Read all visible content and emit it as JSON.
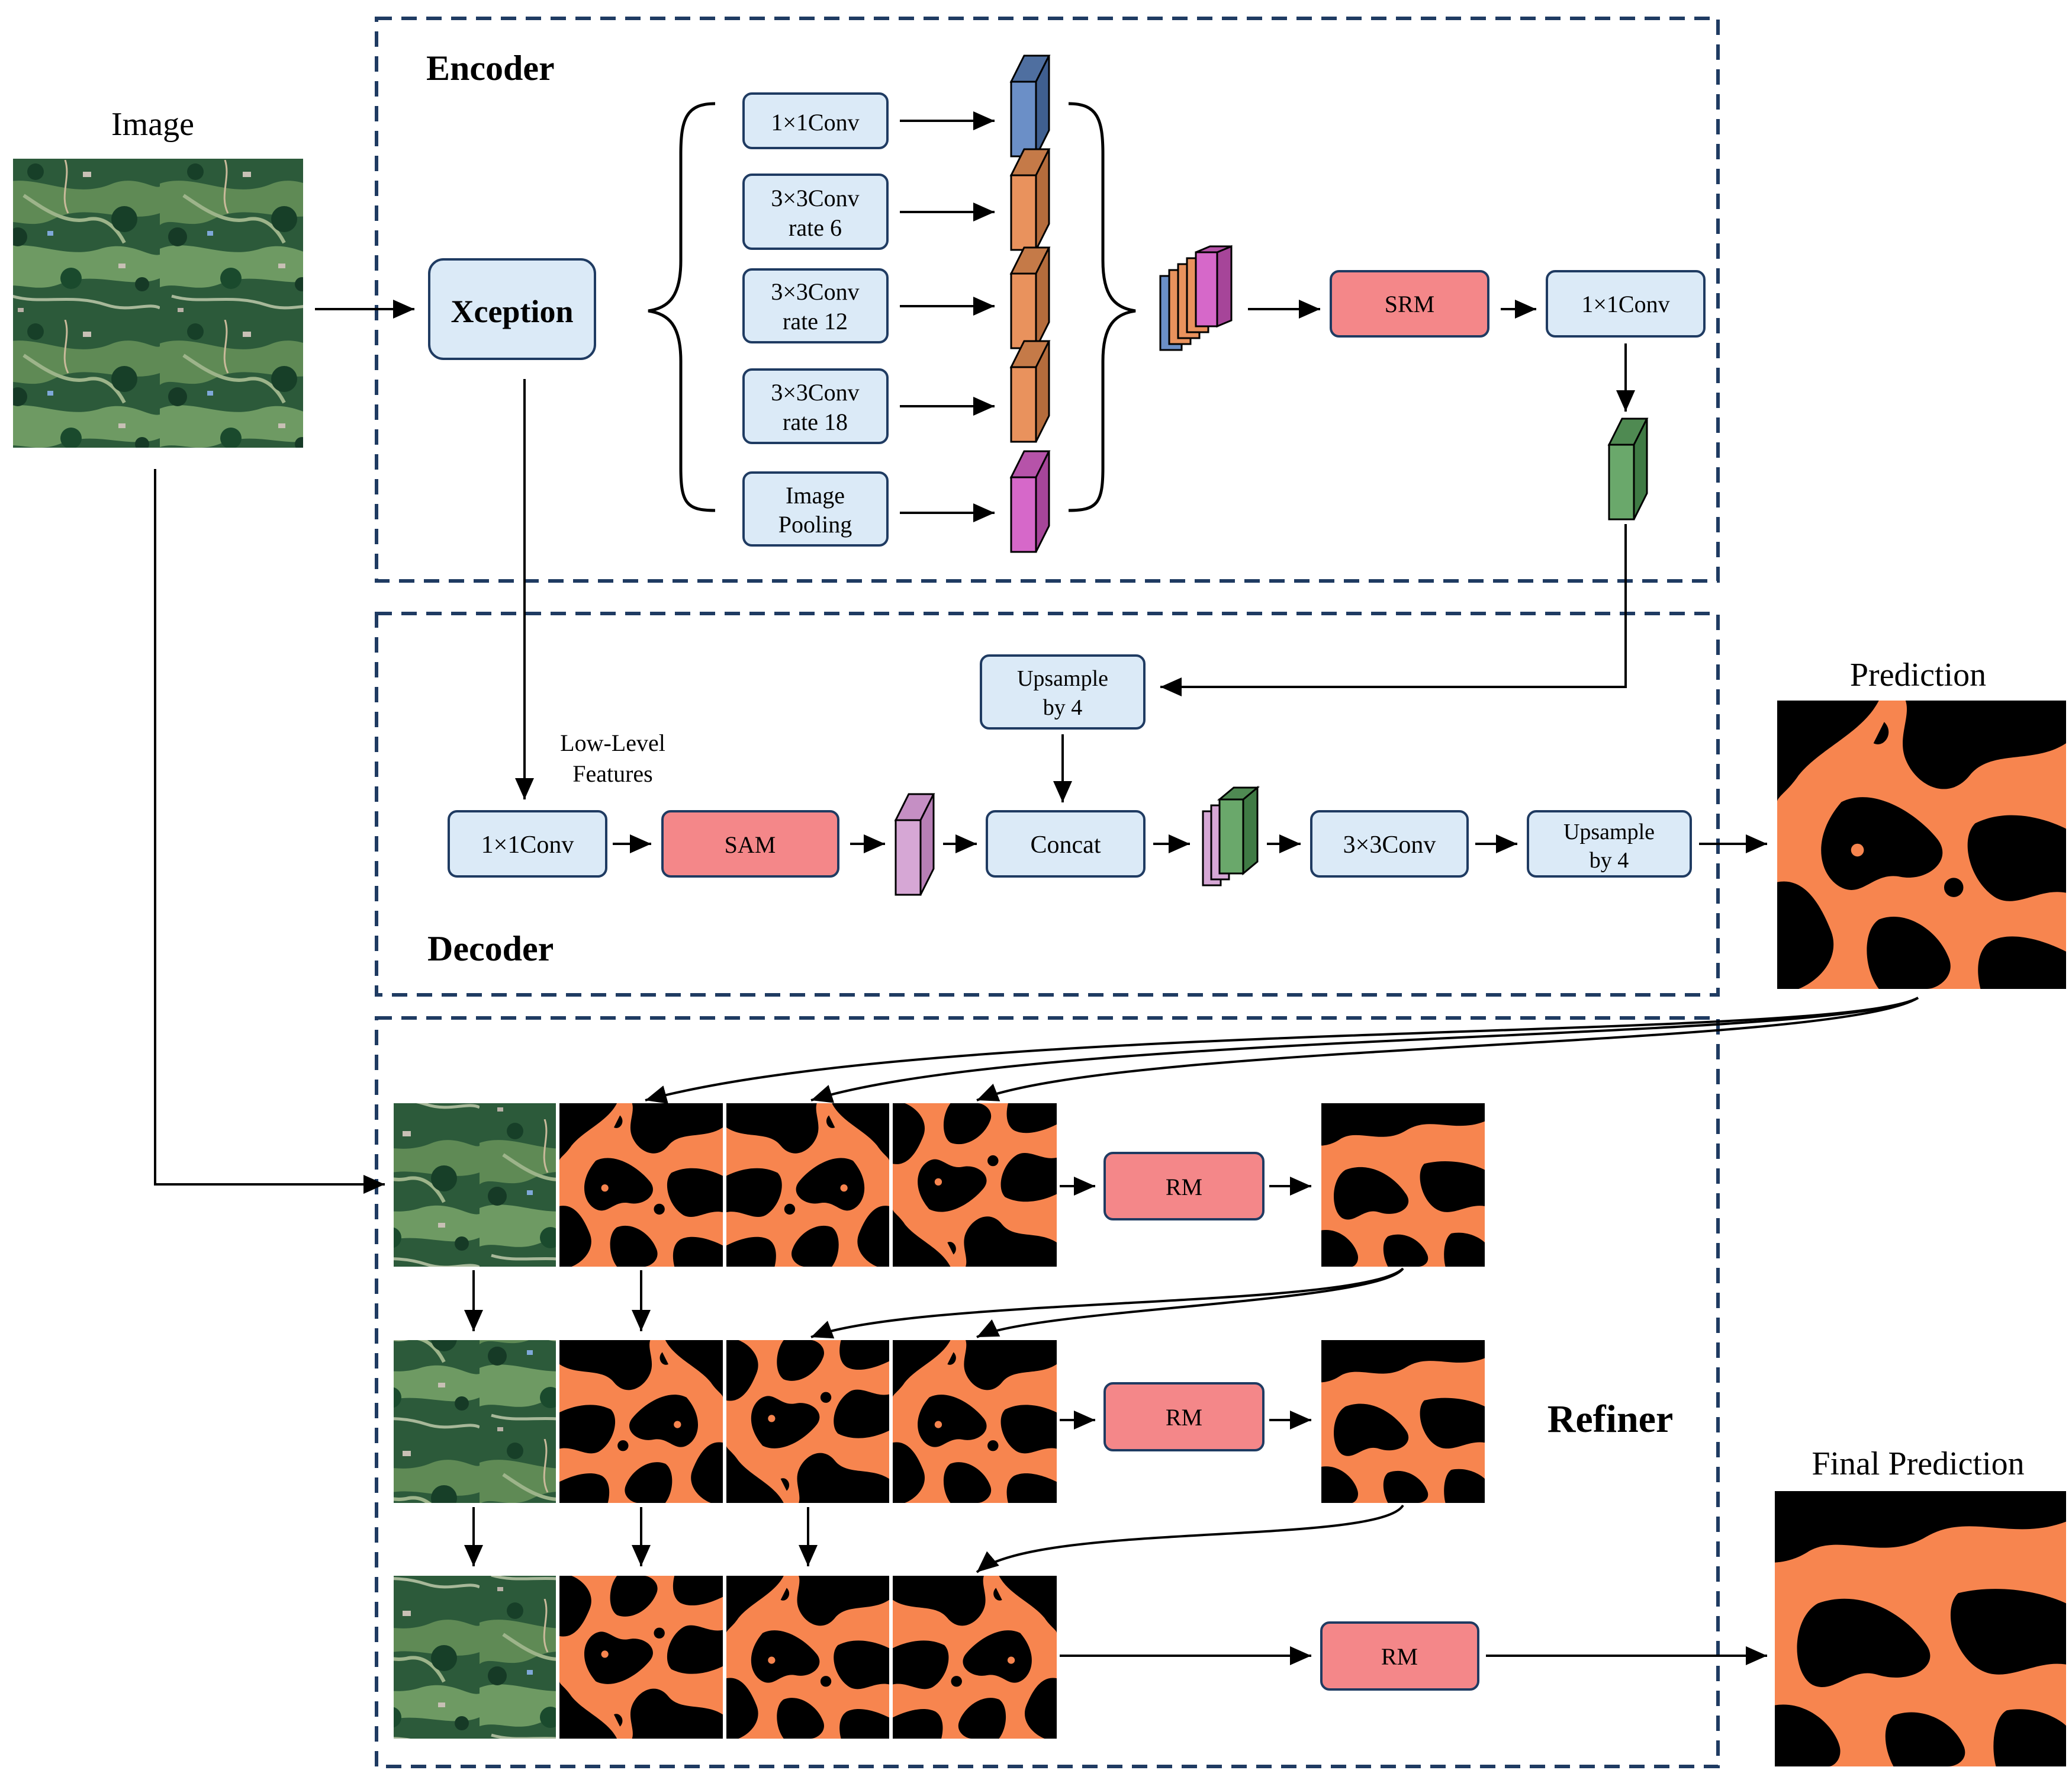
{
  "labels": {
    "image": "Image",
    "prediction": "Prediction",
    "final_prediction": "Final Prediction",
    "low_level_line1": "Low-Level",
    "low_level_line2": "Features"
  },
  "sections": {
    "encoder": "Encoder",
    "decoder": "Decoder",
    "refiner": "Refiner"
  },
  "encoder": {
    "backbone": "Xception",
    "aspp": {
      "conv1": "1×1Conv",
      "conv2_line1": "3×3Conv",
      "conv2_line2": "rate 6",
      "conv3_line1": "3×3Conv",
      "conv3_line2": "rate 12",
      "conv4_line1": "3×3Conv",
      "conv4_line2": "rate 18",
      "pool_line1": "Image",
      "pool_line2": "Pooling"
    },
    "srm": "SRM",
    "conv_out": "1×1Conv"
  },
  "decoder": {
    "conv_low": "1×1Conv",
    "sam": "SAM",
    "upsample1_line1": "Upsample",
    "upsample1_line2": "by 4",
    "concat": "Concat",
    "conv3x3": "3×3Conv",
    "upsample2_line1": "Upsample",
    "upsample2_line2": "by 4"
  },
  "refiner": {
    "rm1": "RM",
    "rm2": "RM",
    "rm3": "RM"
  },
  "colors": {
    "frame": "#1f3b62",
    "box_fill": "#dbeaf7",
    "box_stroke": "#1f3b62",
    "module_fill": "#f48789",
    "mask_orange": "#f7854f",
    "mask_black": "#000000",
    "feature_blue": "#6b8fc7",
    "feature_orange": "#e9925d",
    "feature_pink": "#d668c9",
    "feature_green": "#6aa86b",
    "feature_lilac": "#d6a7d5"
  },
  "icons": {
    "image_tile": "satellite-image-thumbnail",
    "mask_tile": "segmentation-mask-thumbnail"
  }
}
